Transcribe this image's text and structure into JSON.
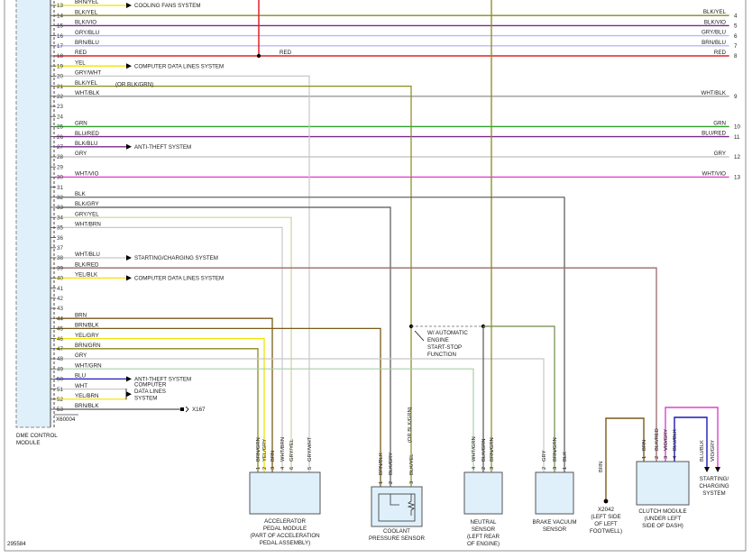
{
  "pins": [
    {
      "num": "13",
      "label": "BRN/YEL"
    },
    {
      "num": "14",
      "label": "BLK/YEL"
    },
    {
      "num": "15",
      "label": "BLK/VIO"
    },
    {
      "num": "16",
      "label": "GRY/BLU"
    },
    {
      "num": "17",
      "label": "BRN/BLU"
    },
    {
      "num": "18",
      "label": "RED"
    },
    {
      "num": "19",
      "label": "YEL"
    },
    {
      "num": "20",
      "label": "GRY/WHT"
    },
    {
      "num": "21",
      "label": "BLK/YEL"
    },
    {
      "num": "22",
      "label": "WHT/BLK"
    },
    {
      "num": "23",
      "label": ""
    },
    {
      "num": "24",
      "label": ""
    },
    {
      "num": "25",
      "label": "GRN"
    },
    {
      "num": "26",
      "label": "BLU/RED"
    },
    {
      "num": "27",
      "label": "BLK/BLU"
    },
    {
      "num": "28",
      "label": "GRY"
    },
    {
      "num": "29",
      "label": ""
    },
    {
      "num": "30",
      "label": "WHT/VIO"
    },
    {
      "num": "31",
      "label": ""
    },
    {
      "num": "32",
      "label": "BLK"
    },
    {
      "num": "33",
      "label": "BLK/GRY"
    },
    {
      "num": "34",
      "label": "GRY/YEL"
    },
    {
      "num": "35",
      "label": "WHT/BRN"
    },
    {
      "num": "36",
      "label": ""
    },
    {
      "num": "37",
      "label": ""
    },
    {
      "num": "38",
      "label": "WHT/BLU"
    },
    {
      "num": "39",
      "label": "BLK/RED"
    },
    {
      "num": "40",
      "label": "YEL/BLK"
    },
    {
      "num": "41",
      "label": ""
    },
    {
      "num": "42",
      "label": ""
    },
    {
      "num": "43",
      "label": ""
    },
    {
      "num": "44",
      "label": "BRN"
    },
    {
      "num": "45",
      "label": "BRN/BLK"
    },
    {
      "num": "46",
      "label": "YEL/GRY"
    },
    {
      "num": "47",
      "label": "BRN/GRN"
    },
    {
      "num": "48",
      "label": "GRY"
    },
    {
      "num": "49",
      "label": "WHT/GRN"
    },
    {
      "num": "50",
      "label": "BLU"
    },
    {
      "num": "51",
      "label": "WHT"
    },
    {
      "num": "52",
      "label": "YEL/BRN"
    },
    {
      "num": "53",
      "label": "BRN/BLK"
    }
  ],
  "connector_id": "X60004",
  "module_name_1": "DME CONTROL",
  "module_name_2": "MODULE",
  "or_note_21": "(OR BLK/GRN)",
  "arrow_labels": {
    "cooling": "COOLING FANS SYSTEM",
    "cdl_19": "COMPUTER DATA LINES SYSTEM",
    "theft_27": "ANTI-THEFT SYSTEM",
    "starting_38": "STARTING/CHARGING SYSTEM",
    "cdl_40": "COMPUTER DATA LINES SYSTEM",
    "theft_50": "ANTI-THEFT SYSTEM",
    "cdl_51_1": "COMPUTER",
    "cdl_51_2": "DATA LINES",
    "cdl_51_3": "SYSTEM"
  },
  "ground_label": "X167",
  "right_wires": [
    {
      "label": "BLK/YEL",
      "num": "4"
    },
    {
      "label": "BLK/VIO",
      "num": "5"
    },
    {
      "label": "GRY/BLU",
      "num": "6"
    },
    {
      "label": "BRN/BLU",
      "num": "7"
    },
    {
      "label": "RED",
      "num": "8"
    },
    {
      "label": "WHT/BLK",
      "num": "9"
    },
    {
      "label": "GRN",
      "num": "10"
    },
    {
      "label": "BLU/RED",
      "num": "11"
    },
    {
      "label": "GRY",
      "num": "12"
    },
    {
      "label": "WHT/VIO",
      "num": "13"
    }
  ],
  "red_mid_label": "RED",
  "start_stop_note": [
    "W/ AUTOMATIC",
    "ENGINE",
    "START-STOP",
    "FUNCTION"
  ],
  "accel_pins": [
    {
      "num": "1",
      "wire": "BRN/GRN"
    },
    {
      "num": "2",
      "wire": "YEL/GRY"
    },
    {
      "num": "3",
      "wire": "BRN"
    },
    {
      "num": "4",
      "wire": "WHT/BRN"
    },
    {
      "num": "6",
      "wire": "GRY/YEL"
    },
    {
      "num": "5",
      "wire": "GRY/WHT"
    }
  ],
  "accel_label": [
    "ACCELERATOR",
    "PEDAL MODULE",
    "(PART OF ACCELERATION",
    "PEDAL ASSEMBLY)"
  ],
  "coolant_pins": [
    {
      "num": "1",
      "wire": "BRN/BLK"
    },
    {
      "num": "2",
      "wire": "BLK/GRY"
    },
    {
      "num": "3",
      "wire": "BLK/YEL"
    }
  ],
  "coolant_or": "(OR BLK/GRN)",
  "coolant_label": [
    "COOLANT",
    "PRESSURE SENSOR"
  ],
  "neutral_pins": [
    {
      "num": "4",
      "wire": "WHT/GRN"
    },
    {
      "num": "2",
      "wire": "BLK/GRN"
    },
    {
      "num": "3",
      "wire": "BRN/GRN"
    }
  ],
  "neutral_label": [
    "NEUTRAL",
    "SENSOR",
    "(LEFT REAR",
    "OF ENGINE)"
  ],
  "brake_pins": [
    {
      "num": "2",
      "wire": "GRY"
    },
    {
      "num": "3",
      "wire": "BRN/GRN"
    },
    {
      "num": "1",
      "wire": "BLK"
    }
  ],
  "brake_label": [
    "BRAKE VACUUM",
    "SENSOR"
  ],
  "x2042_wire": "BRN",
  "x2042_label": [
    "X2042",
    "(LEFT SIDE",
    "OF LEFT",
    "FOOTWELL)"
  ],
  "clutch_pins": [
    {
      "num": "1",
      "wire": "BRN"
    },
    {
      "num": "2",
      "wire": "BLK/RED"
    },
    {
      "num": "3",
      "wire": "VIO/GRY"
    },
    {
      "num": "4",
      "wire": "BLU/BLK"
    }
  ],
  "clutch_label": [
    "CLUTCH MODULE",
    "(UNDER LEFT",
    "SIDE OF DASH)"
  ],
  "starting_wires": [
    "BLU/BLK",
    "VIO/GRY"
  ],
  "starting_label": [
    "STARTING/",
    "CHARGING",
    "SYSTEM"
  ],
  "figure_id": "295584",
  "colors": {
    "red": "#e0202a",
    "yellow": "#f2e200",
    "olive": "#8a8a1e",
    "brown": "#7a5a1a",
    "green": "#2aa02a",
    "purple": "#7a2a8a",
    "pink": "#e040d0",
    "blue": "#1a1ab8",
    "gray": "#9a9a9a",
    "darkgray": "#555555",
    "lightgray": "#c8c8c8",
    "lavender": "#b8b8ff",
    "component_fill": "#dff0fa"
  }
}
